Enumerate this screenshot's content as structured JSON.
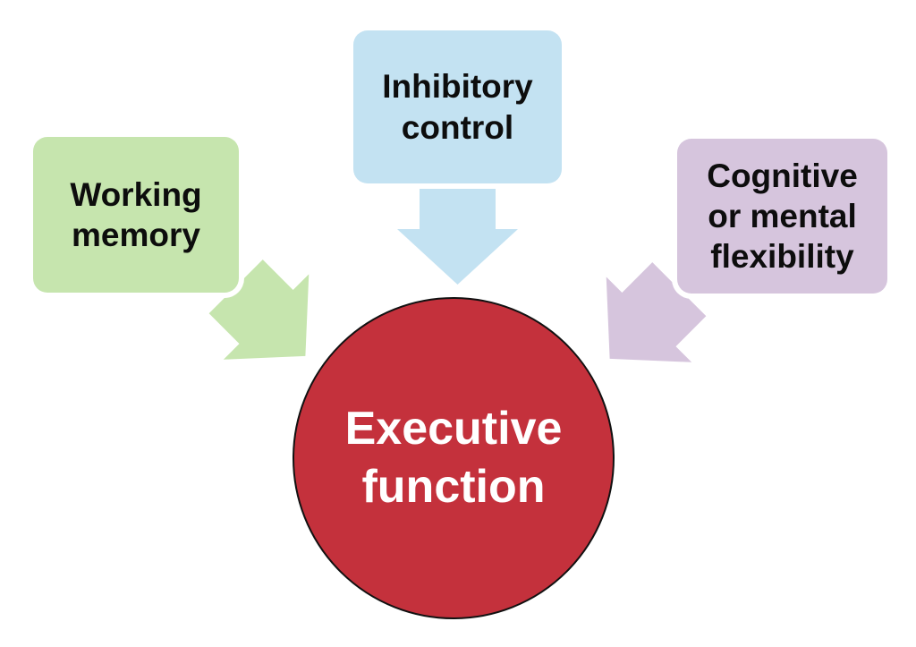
{
  "diagram": {
    "title": "Executive function components diagram",
    "background_color": "#ffffff",
    "center": {
      "id": "executive-function",
      "label": "Executive\nfunction",
      "shape": "circle",
      "fill_color": "#c4313c",
      "border_color": "#111111",
      "text_color": "#ffffff"
    },
    "nodes": [
      {
        "id": "working-memory",
        "label": "Working\nmemory",
        "shape": "rounded-rect",
        "fill_color": "#c6e5ae",
        "text_color": "#0d0d0d",
        "arrow_direction": "down-right"
      },
      {
        "id": "inhibitory-control",
        "label": "Inhibitory\ncontrol",
        "shape": "rounded-rect",
        "fill_color": "#c3e2f2",
        "text_color": "#0d0d0d",
        "arrow_direction": "down"
      },
      {
        "id": "cognitive-flexibility",
        "label": "Cognitive\nor mental\nflexibility",
        "shape": "rounded-rect",
        "fill_color": "#d6c5dd",
        "text_color": "#0d0d0d",
        "arrow_direction": "down-left"
      }
    ]
  }
}
